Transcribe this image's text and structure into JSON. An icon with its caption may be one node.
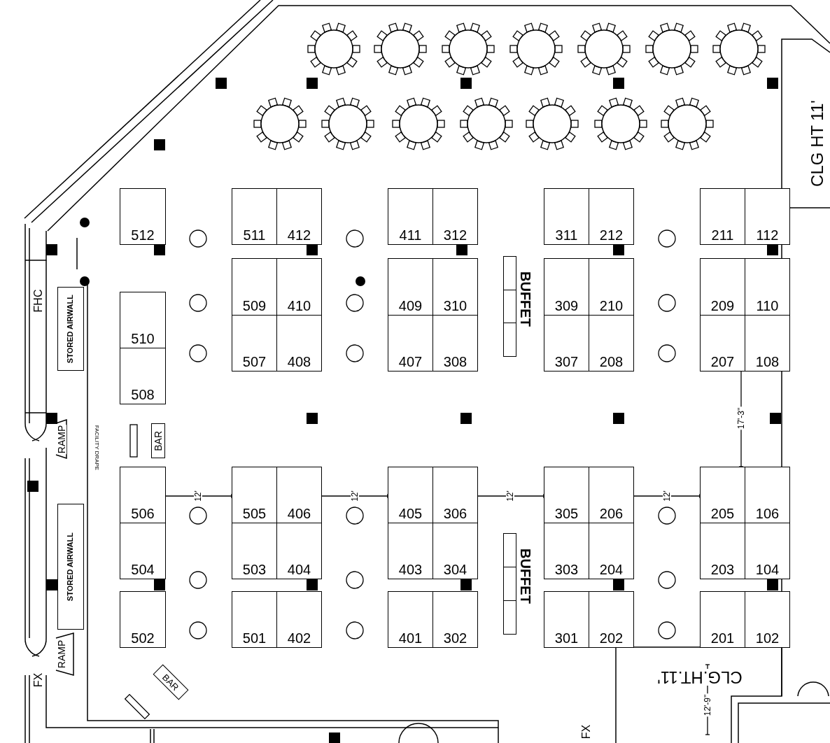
{
  "diagram": {
    "nodes": [
      {
        "text": [
          "512"
        ]
      },
      {
        "text": [
          "511"
        ]
      },
      {
        "text": [
          "412"
        ]
      },
      {
        "text": [
          "411"
        ]
      },
      {
        "text": [
          "312"
        ]
      },
      {
        "text": [
          "311"
        ]
      },
      {
        "text": [
          "212"
        ]
      },
      {
        "text": [
          "211"
        ]
      },
      {
        "text": [
          "112"
        ]
      },
      {
        "text": [
          "509"
        ]
      },
      {
        "text": [
          "410"
        ]
      },
      {
        "text": [
          "409"
        ]
      },
      {
        "text": [
          "310"
        ]
      },
      {
        "text": [
          "309"
        ]
      },
      {
        "text": [
          "210"
        ]
      },
      {
        "text": [
          "209"
        ]
      },
      {
        "text": [
          "110"
        ]
      },
      {
        "text": [
          "510"
        ]
      },
      {
        "text": [
          "507"
        ]
      },
      {
        "text": [
          "408"
        ]
      },
      {
        "text": [
          "407"
        ]
      },
      {
        "text": [
          "308"
        ]
      },
      {
        "text": [
          "307"
        ]
      },
      {
        "text": [
          "208"
        ]
      },
      {
        "text": [
          "207"
        ]
      },
      {
        "text": [
          "108"
        ]
      },
      {
        "text": [
          "508"
        ]
      },
      {
        "text": [
          "506"
        ]
      },
      {
        "text": [
          "505"
        ]
      },
      {
        "text": [
          "406"
        ]
      },
      {
        "text": [
          "405"
        ]
      },
      {
        "text": [
          "306"
        ]
      },
      {
        "text": [
          "305"
        ]
      },
      {
        "text": [
          "206"
        ]
      },
      {
        "text": [
          "205"
        ]
      },
      {
        "text": [
          "106"
        ]
      },
      {
        "text": [
          "504"
        ]
      },
      {
        "text": [
          "503"
        ]
      },
      {
        "text": [
          "404"
        ]
      },
      {
        "text": [
          "403"
        ]
      },
      {
        "text": [
          "304"
        ]
      },
      {
        "text": [
          "303"
        ]
      },
      {
        "text": [
          "204"
        ]
      },
      {
        "text": [
          "203"
        ]
      },
      {
        "text": [
          "104"
        ]
      },
      {
        "text": [
          "502"
        ]
      },
      {
        "text": [
          "501"
        ]
      },
      {
        "text": [
          "402"
        ]
      },
      {
        "text": [
          "401"
        ]
      },
      {
        "text": [
          "302"
        ]
      },
      {
        "text": [
          "301"
        ]
      },
      {
        "text": [
          "202"
        ]
      },
      {
        "text": [
          "201"
        ]
      },
      {
        "text": [
          "102"
        ]
      },
      {
        "text": [
          "STORED AIRWALL"
        ]
      },
      {
        "text": [
          "STORED AIRWALL"
        ]
      },
      {
        "text": [
          "BUFFET"
        ]
      },
      {
        "text": [
          "BUFFET"
        ]
      },
      {
        "text": [
          "BAR"
        ]
      },
      {
        "text": [
          "BAR"
        ]
      }
    ],
    "labels": [
      "CLG HT 11'",
      "FHC",
      "RAMP",
      "FACILITY DRAPE",
      "12'",
      "12'",
      "12'",
      "12'",
      "17'-3\"",
      "RAMP",
      "FX",
      "CLG.HT.11'",
      "12'-9\"",
      "FX"
    ]
  }
}
